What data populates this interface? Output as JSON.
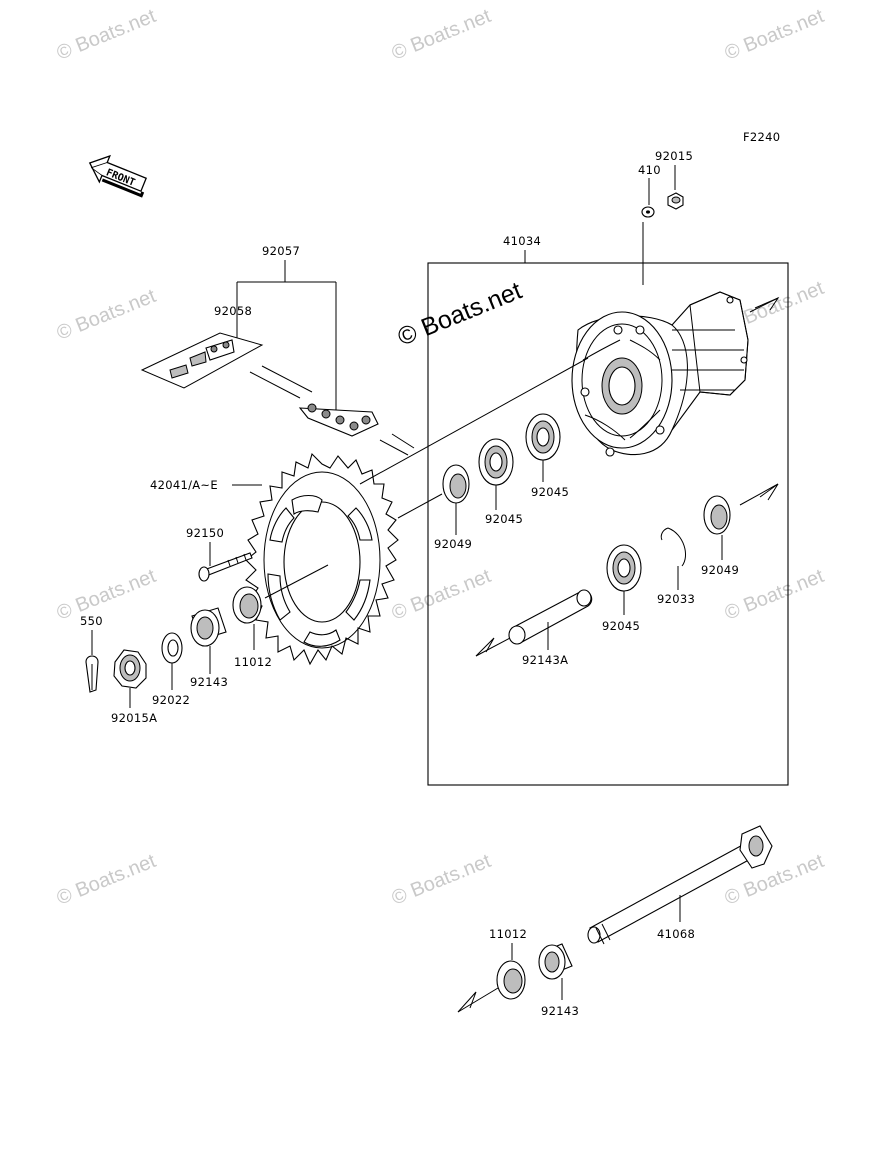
{
  "figure_code": "F2240",
  "front_label": "FRONT",
  "watermark": "© Boats.net",
  "part_labels": {
    "p92015": "92015",
    "p410": "410",
    "p41034": "41034",
    "p92057": "92057",
    "p92058": "92058",
    "p42041": "42041/A~E",
    "p92045_a": "92045",
    "p92045_b": "92045",
    "p92045_c": "92045",
    "p92049_a": "92049",
    "p92049_b": "92049",
    "p92150": "92150",
    "p92033": "92033",
    "p550": "550",
    "p11012_a": "11012",
    "p92143_a": "92143",
    "p92022": "92022",
    "p92015A": "92015A",
    "p92143A": "92143A",
    "p41068": "41068",
    "p11012_b": "11012",
    "p92143_b": "92143"
  }
}
